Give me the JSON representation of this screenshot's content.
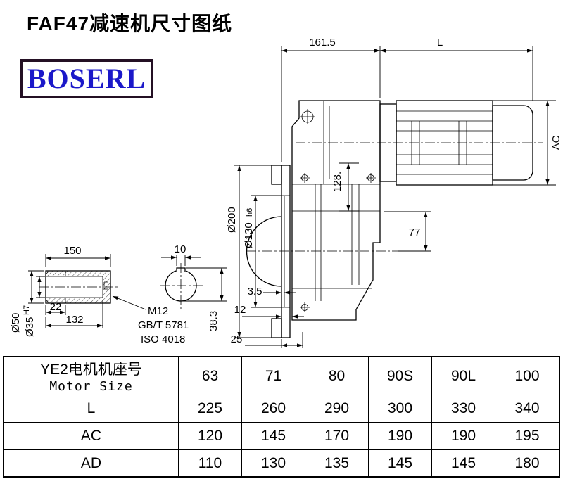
{
  "title": "FAF47减速机尺寸图纸",
  "logo": {
    "text": "BOSERL",
    "color": "#1b18c9",
    "border_color": "#241024"
  },
  "drawing": {
    "dim_161_5": "161.5",
    "dim_L": "L",
    "dim_AC": "AC",
    "dim_200": "Ø200",
    "dim_130": "Ø130",
    "dim_130_tol": "h6",
    "dim_128": "128.",
    "dim_77": "77",
    "dim_150": "150",
    "dim_10": "10",
    "dim_50": "Ø50",
    "dim_35": "Ø35",
    "dim_35_tol": "H7",
    "dim_22": "22",
    "dim_132": "132",
    "dim_3_5": "3.5",
    "dim_12": "12",
    "dim_25": "25",
    "dim_38_3": "38.3",
    "note_m12": "M12",
    "note_gbt": "GB/T 5781",
    "note_iso": "ISO 4018"
  },
  "table": {
    "header_cn": "YE2电机机座号",
    "header_en": "Motor Size",
    "columns": [
      "63",
      "71",
      "80",
      "90S",
      "90L",
      "100"
    ],
    "rows": [
      {
        "label": "L",
        "values": [
          "225",
          "260",
          "290",
          "300",
          "330",
          "340"
        ]
      },
      {
        "label": "AC",
        "values": [
          "120",
          "145",
          "170",
          "190",
          "190",
          "195"
        ]
      },
      {
        "label": "AD",
        "values": [
          "110",
          "130",
          "135",
          "145",
          "145",
          "180"
        ]
      }
    ]
  }
}
